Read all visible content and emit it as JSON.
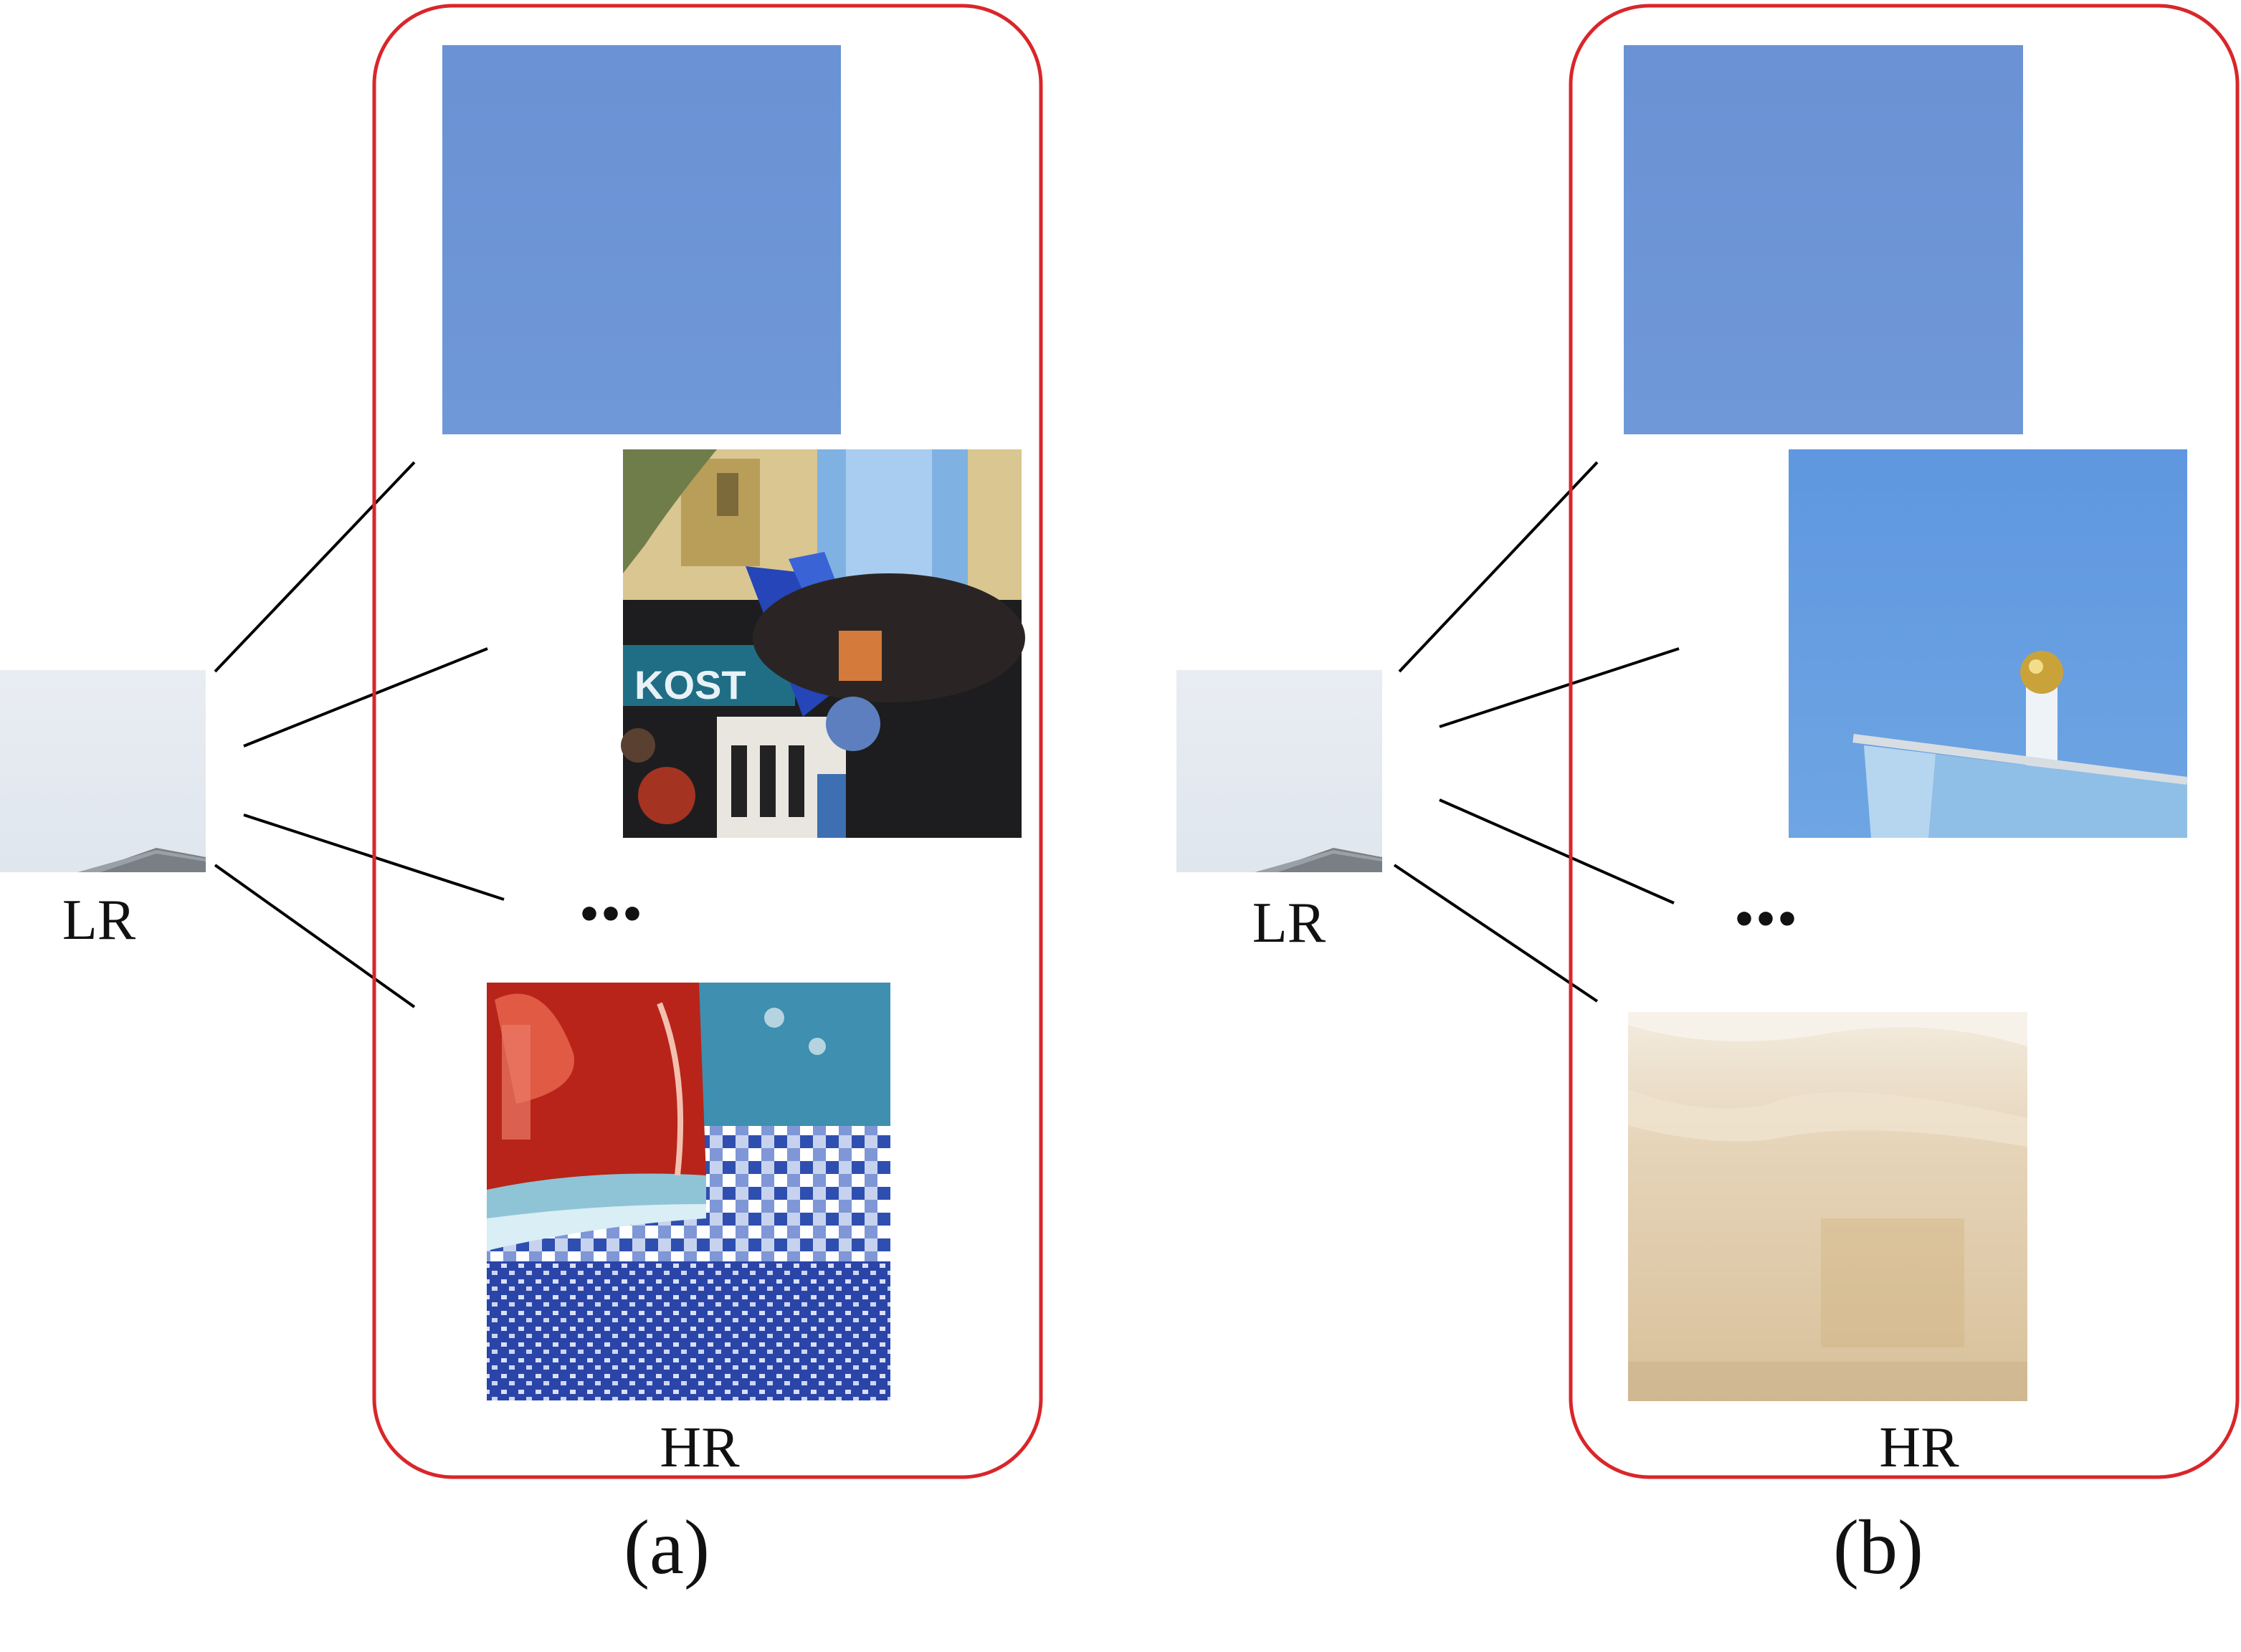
{
  "panel_a": {
    "lr_label": "LR",
    "hr_label": "HR",
    "ellipsis": "...",
    "caption": "(a)"
  },
  "panel_b": {
    "lr_label": "LR",
    "hr_label": "HR",
    "ellipsis": "...",
    "caption": "(b)"
  },
  "colors": {
    "frame": "#d9262a",
    "connector": "#000000",
    "sky": "#6c95d6",
    "lr_patch": "#e6ebf1"
  }
}
